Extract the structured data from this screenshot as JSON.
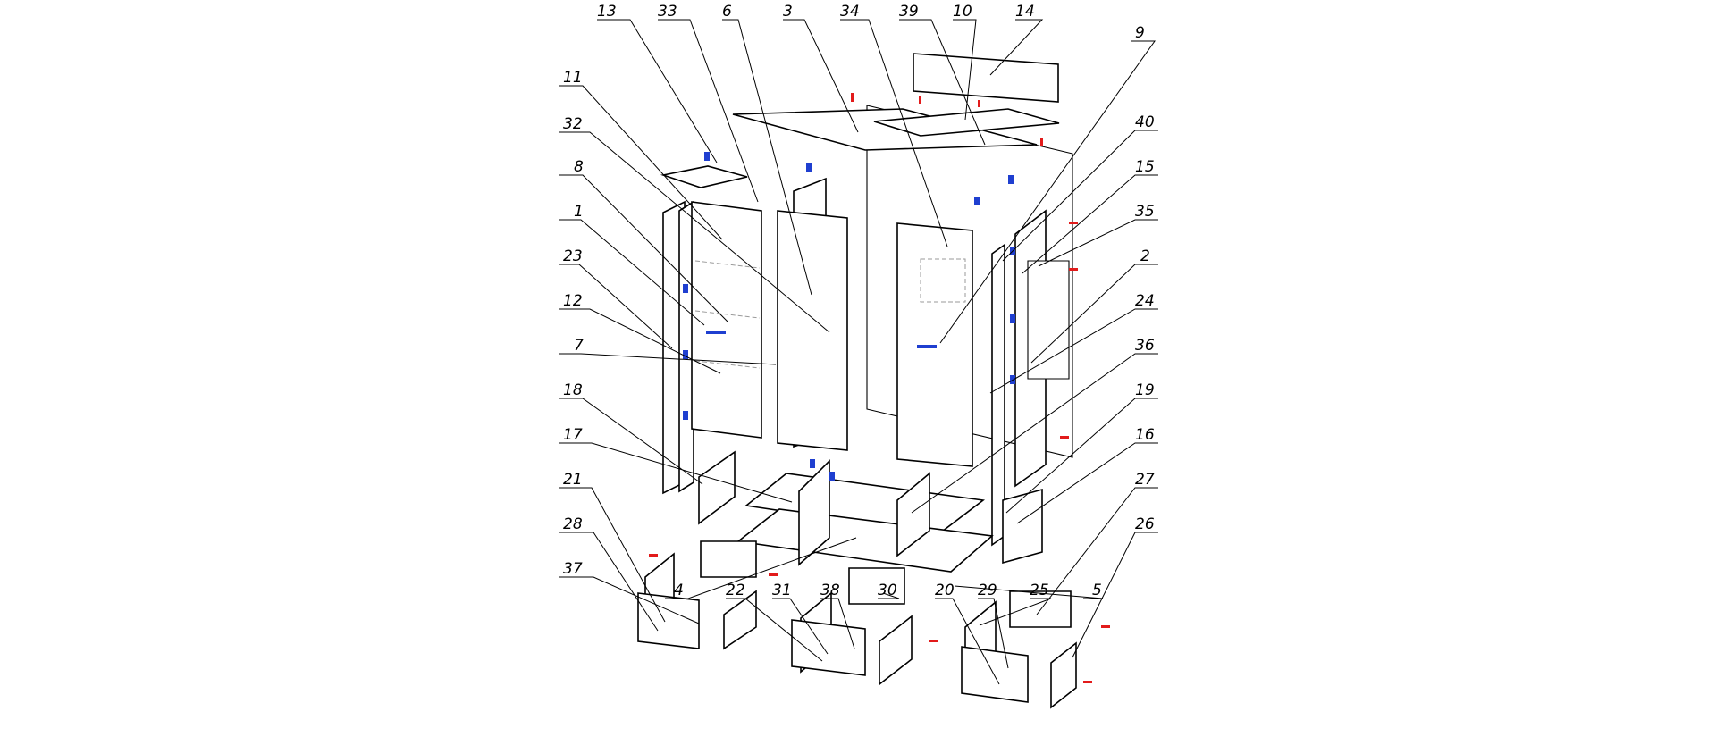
{
  "colors": {
    "lines": "#000000",
    "hidden_lines": "#9a9a9a",
    "fasteners": "#1f3fd0",
    "screws": "#e21b1b",
    "background": "#ffffff"
  },
  "labels": [
    {
      "id": "l13",
      "text": "13"
    },
    {
      "id": "l33",
      "text": "33"
    },
    {
      "id": "l6",
      "text": "6"
    },
    {
      "id": "l3",
      "text": "3"
    },
    {
      "id": "l34",
      "text": "34"
    },
    {
      "id": "l39",
      "text": "39"
    },
    {
      "id": "l10",
      "text": "10"
    },
    {
      "id": "l14",
      "text": "14"
    },
    {
      "id": "l9",
      "text": "9"
    },
    {
      "id": "l11",
      "text": "11"
    },
    {
      "id": "l32",
      "text": "32"
    },
    {
      "id": "l40",
      "text": "40"
    },
    {
      "id": "l8",
      "text": "8"
    },
    {
      "id": "l15",
      "text": "15"
    },
    {
      "id": "l1",
      "text": "1"
    },
    {
      "id": "l35",
      "text": "35"
    },
    {
      "id": "l23",
      "text": "23"
    },
    {
      "id": "l2",
      "text": "2"
    },
    {
      "id": "l12",
      "text": "12"
    },
    {
      "id": "l24",
      "text": "24"
    },
    {
      "id": "l7",
      "text": "7"
    },
    {
      "id": "l36",
      "text": "36"
    },
    {
      "id": "l18",
      "text": "18"
    },
    {
      "id": "l19",
      "text": "19"
    },
    {
      "id": "l17",
      "text": "17"
    },
    {
      "id": "l16",
      "text": "16"
    },
    {
      "id": "l21",
      "text": "21"
    },
    {
      "id": "l27",
      "text": "27"
    },
    {
      "id": "l28",
      "text": "28"
    },
    {
      "id": "l26",
      "text": "26"
    },
    {
      "id": "l37",
      "text": "37"
    },
    {
      "id": "l4",
      "text": "4"
    },
    {
      "id": "l22",
      "text": "22"
    },
    {
      "id": "l31",
      "text": "31"
    },
    {
      "id": "l38",
      "text": "38"
    },
    {
      "id": "l30",
      "text": "30"
    },
    {
      "id": "l20",
      "text": "20"
    },
    {
      "id": "l29",
      "text": "29"
    },
    {
      "id": "l25",
      "text": "25"
    },
    {
      "id": "l5",
      "text": "5"
    }
  ]
}
